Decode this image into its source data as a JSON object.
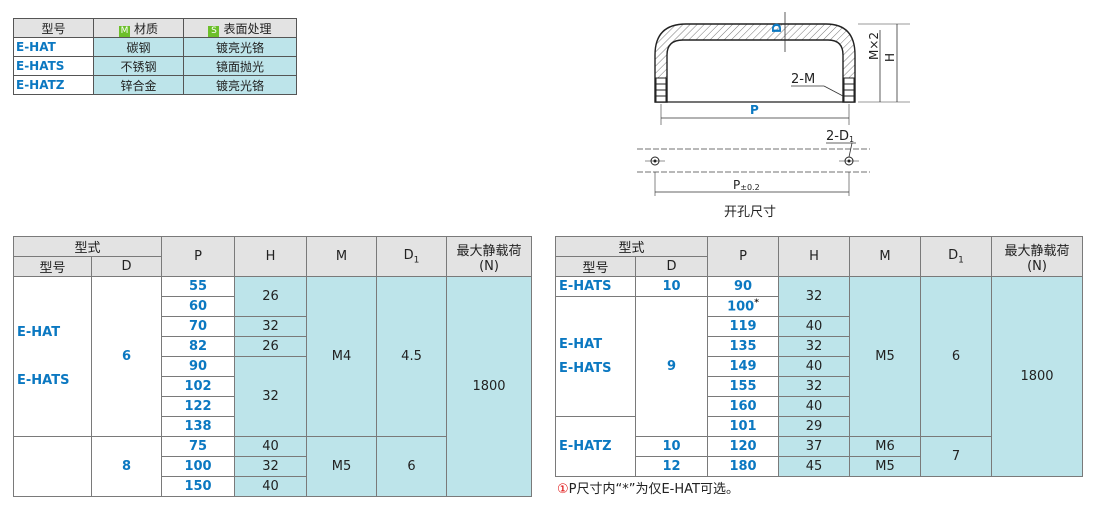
{
  "material_table": {
    "headers": {
      "model": "型号",
      "material_badge": "M",
      "material": "材质",
      "surface_badge": "S",
      "surface": "表面处理"
    },
    "rows": [
      {
        "model": "E-HAT",
        "material": "碳钢",
        "surface": "镀亮光铬"
      },
      {
        "model": "E-HATS",
        "material": "不锈钢",
        "surface": "镜面抛光"
      },
      {
        "model": "E-HATZ",
        "material": "锌合金",
        "surface": "镀亮光铬"
      }
    ]
  },
  "diagram": {
    "labels": {
      "D": "D",
      "MxZ": "M×2",
      "H": "H",
      "M": "2-M",
      "P": "P",
      "D1": "2-D",
      "D1_sub": "1",
      "P_tol": "P",
      "P_tol_sub": "±0.2",
      "caption": "开孔尺寸"
    }
  },
  "spec_headers": {
    "type": "型式",
    "model": "型号",
    "D": "D",
    "P": "P",
    "H": "H",
    "M": "M",
    "D1": "D",
    "D1_sub": "1",
    "load": "最大静载荷",
    "load_unit": "(N)"
  },
  "left_table": {
    "model_group_1": "E-HAT",
    "model_group_2": "E-HATS",
    "d_groups": [
      "6",
      "8"
    ],
    "p_values": [
      "55",
      "60",
      "70",
      "82",
      "90",
      "102",
      "122",
      "138",
      "75",
      "100",
      "150"
    ],
    "h_values": [
      "26",
      "32",
      "26",
      "32",
      "40",
      "32",
      "40"
    ],
    "m_values": [
      "M4",
      "M5"
    ],
    "d1_values": [
      "4.5",
      "6"
    ],
    "load": "1800"
  },
  "right_table": {
    "models": [
      "E-HATS",
      "E-HAT",
      "E-HATS",
      "E-HATZ"
    ],
    "d_values": [
      "10",
      "9",
      "10",
      "12"
    ],
    "p_values": [
      "90",
      "100",
      "119",
      "135",
      "149",
      "155",
      "160",
      "101",
      "120",
      "180"
    ],
    "p_star": "*",
    "h_values": [
      "32",
      "40",
      "32",
      "40",
      "32",
      "40",
      "29",
      "37",
      "45"
    ],
    "m_values": [
      "M5",
      "M6",
      "M5"
    ],
    "d1_values": [
      "6",
      "7"
    ],
    "load": "1800"
  },
  "note": {
    "icon": "①",
    "text": "P尺寸内“*”为仅E-HAT可选。"
  }
}
